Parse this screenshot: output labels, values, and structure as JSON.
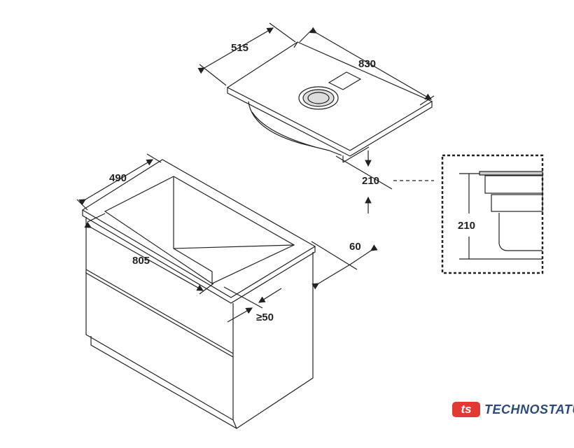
{
  "dimensions": {
    "hob_depth": "515",
    "hob_width": "830",
    "hob_height": "210",
    "cutout_depth": "490",
    "cutout_width": "805",
    "rear_gap": "60",
    "front_gap": "≥50",
    "detail_height": "210"
  },
  "logo": {
    "mark": "ts",
    "text": "TECHNOSTATUS"
  },
  "colors": {
    "line": "#222222",
    "brand_red": "#e03a33",
    "brand_blue": "#2c4a7a"
  }
}
